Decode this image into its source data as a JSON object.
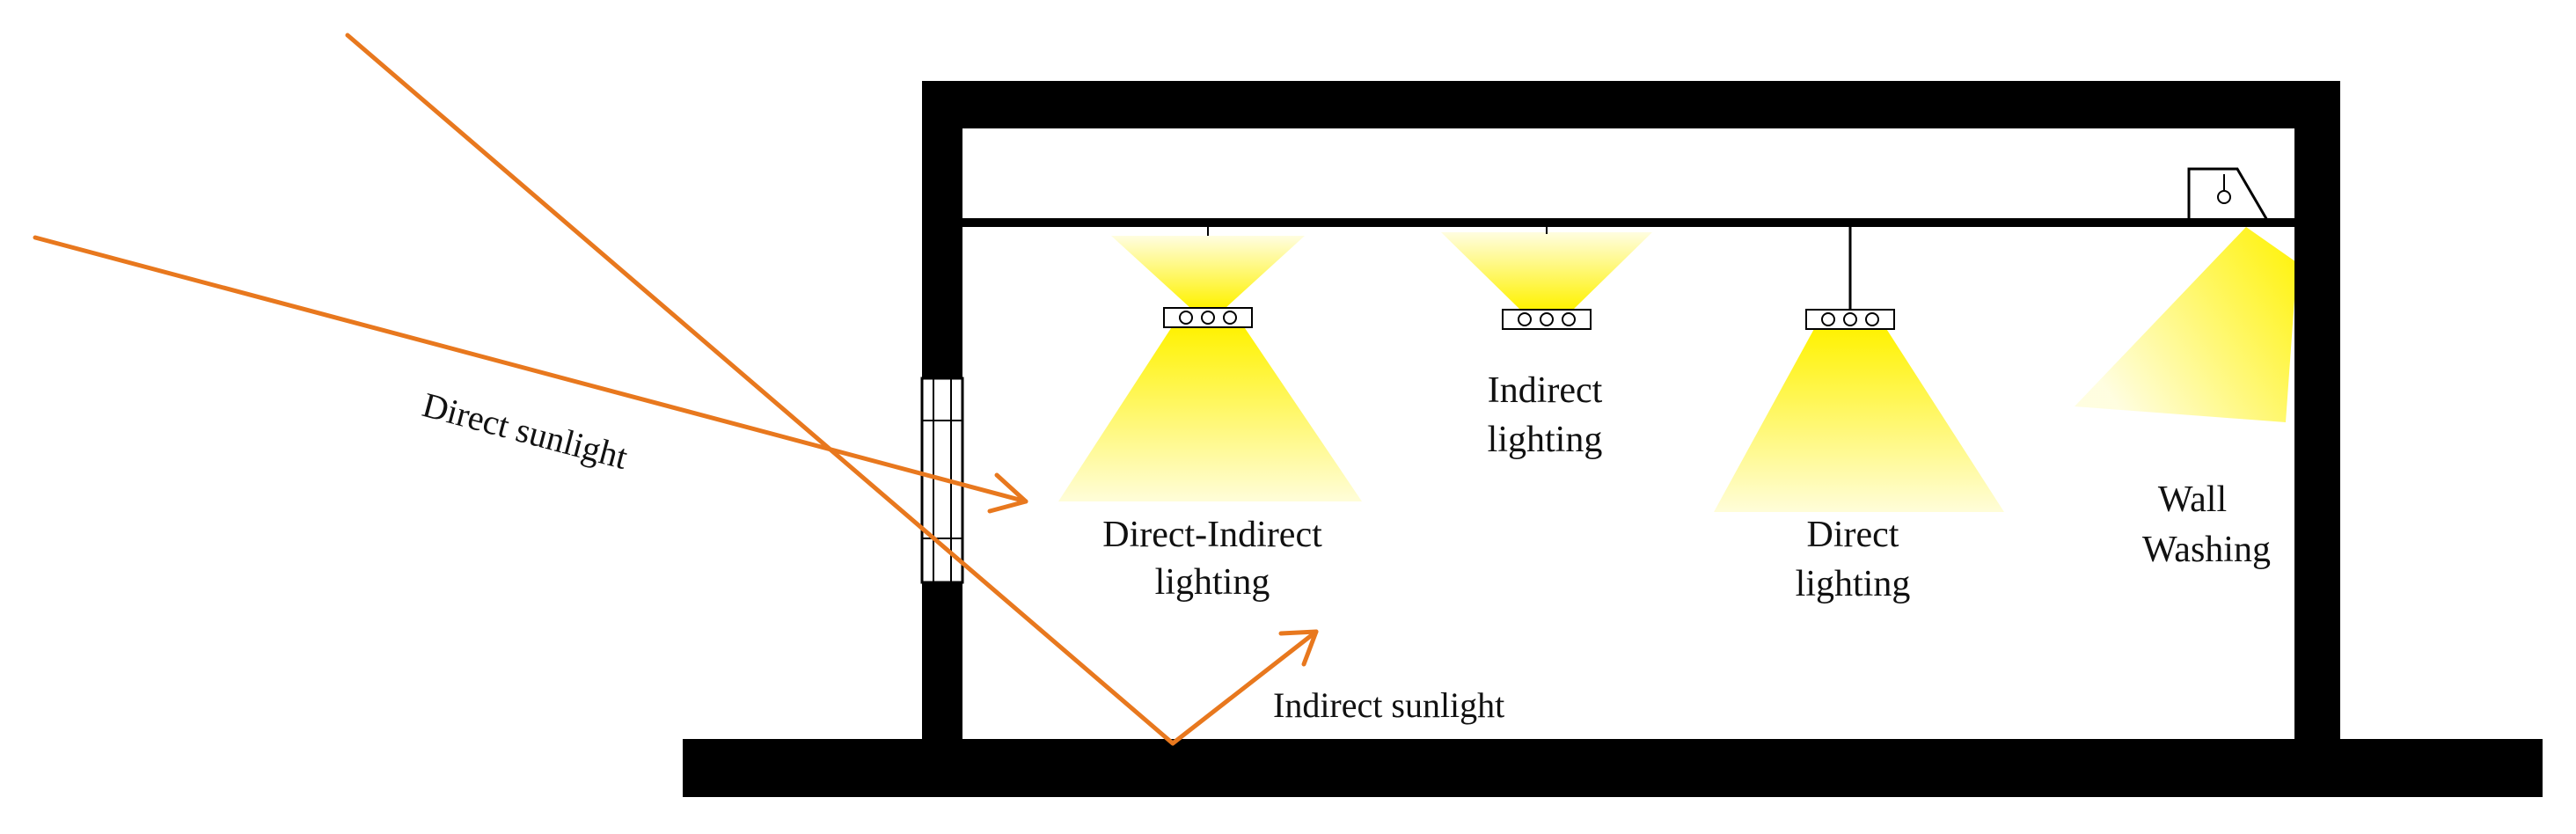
{
  "labels": {
    "direct_sunlight": "Direct sunlight",
    "indirect_sunlight": "Indirect sunlight",
    "direct_indirect_line1": "Direct-Indirect",
    "direct_indirect_line2": "lighting",
    "indirect_line1": "Indirect",
    "indirect_line2": "lighting",
    "direct_line1": "Direct",
    "direct_line2": "lighting",
    "wall_line1": "Wall",
    "wall_line2": "Washing"
  },
  "colors": {
    "structure": "#000000",
    "sunlight": "#E8781E",
    "light_beam": "#FFF200",
    "background": "#FFFFFF"
  }
}
